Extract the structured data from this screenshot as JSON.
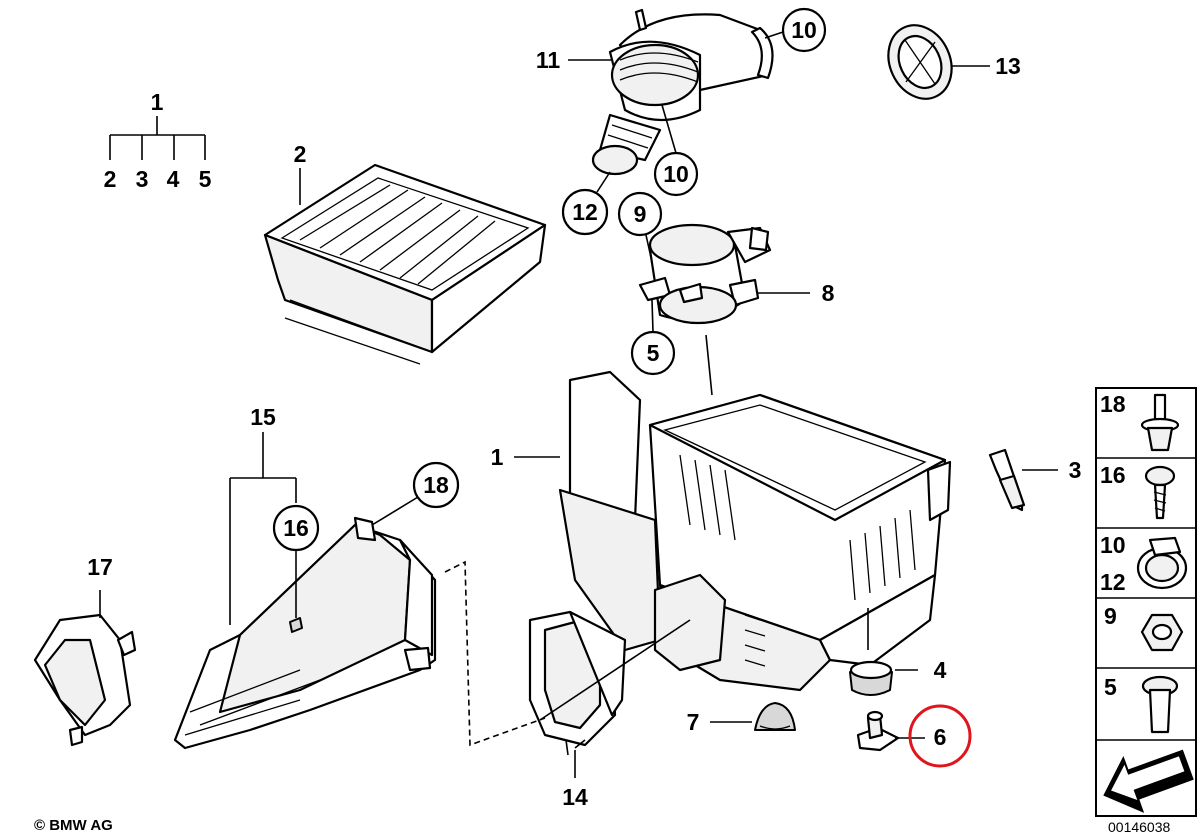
{
  "callouts": {
    "c1": "1",
    "c1_group": "1",
    "c2": "2",
    "c3": "3",
    "c4": "4",
    "c5": "5",
    "c6": "6",
    "c7": "7",
    "c8": "8",
    "c9": "9",
    "c10a": "10",
    "c10b": "10",
    "c11": "11",
    "c12": "12",
    "c13": "13",
    "c14": "14",
    "c15": "15",
    "c16": "16",
    "c17": "17",
    "c18": "18",
    "c5_circle": "5",
    "sub2": "2",
    "sub3": "3",
    "sub4": "4",
    "sub5": "5"
  },
  "hardware_panel": [
    "18",
    "16",
    "10",
    "12",
    "9",
    "5"
  ],
  "highlight": {
    "label": "6",
    "color": "#e0141b"
  },
  "footer": {
    "copyright": "© BMW AG",
    "document_number": "00146038"
  }
}
